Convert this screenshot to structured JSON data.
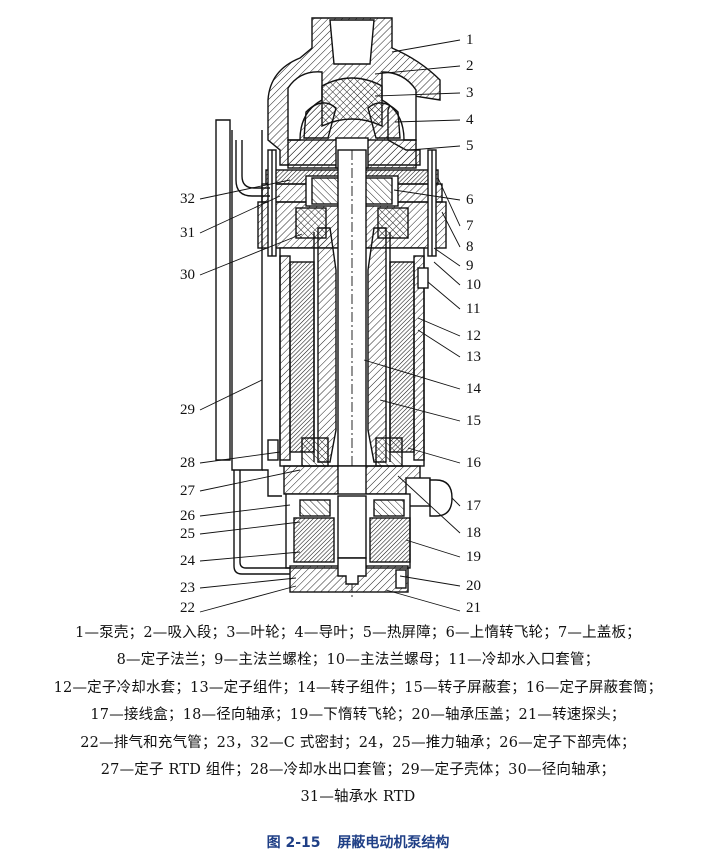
{
  "figure": {
    "callouts": [
      {
        "n": "1"
      },
      {
        "n": "2"
      },
      {
        "n": "3"
      },
      {
        "n": "4"
      },
      {
        "n": "5"
      },
      {
        "n": "6"
      },
      {
        "n": "7"
      },
      {
        "n": "8"
      },
      {
        "n": "9"
      },
      {
        "n": "10"
      },
      {
        "n": "11"
      },
      {
        "n": "12"
      },
      {
        "n": "13"
      },
      {
        "n": "14"
      },
      {
        "n": "15"
      },
      {
        "n": "16"
      },
      {
        "n": "17"
      },
      {
        "n": "18"
      },
      {
        "n": "19"
      },
      {
        "n": "20"
      },
      {
        "n": "21"
      },
      {
        "n": "22"
      },
      {
        "n": "23"
      },
      {
        "n": "24"
      },
      {
        "n": "25"
      },
      {
        "n": "26"
      },
      {
        "n": "27"
      },
      {
        "n": "28"
      },
      {
        "n": "29"
      },
      {
        "n": "30"
      },
      {
        "n": "31"
      },
      {
        "n": "32"
      }
    ]
  },
  "caption": {
    "lines": [
      "1—泵壳；2—吸入段；3—叶轮；4—导叶；5—热屏障；6—上惰转飞轮；7—上盖板；",
      "8—定子法兰；9—主法兰螺栓；10—主法兰螺母；11—冷却水入口套管；",
      "12—定子冷却水套；13—定子组件；14—转子组件；15—转子屏蔽套；16—定子屏蔽套筒；",
      "17—接线盒；18—径向轴承；19—下惰转飞轮；20—轴承压盖；21—转速探头；",
      "22—排气和充气管；23，32—C 式密封；24，25—推力轴承；26—定子下部壳体；",
      "27—定子 RTD 组件；28—冷却水出口套管；29—定子壳体；30—径向轴承；",
      "31—轴承水 RTD"
    ],
    "fig_number": "图 2-15",
    "fig_title": "屏蔽电动机泵结构"
  }
}
